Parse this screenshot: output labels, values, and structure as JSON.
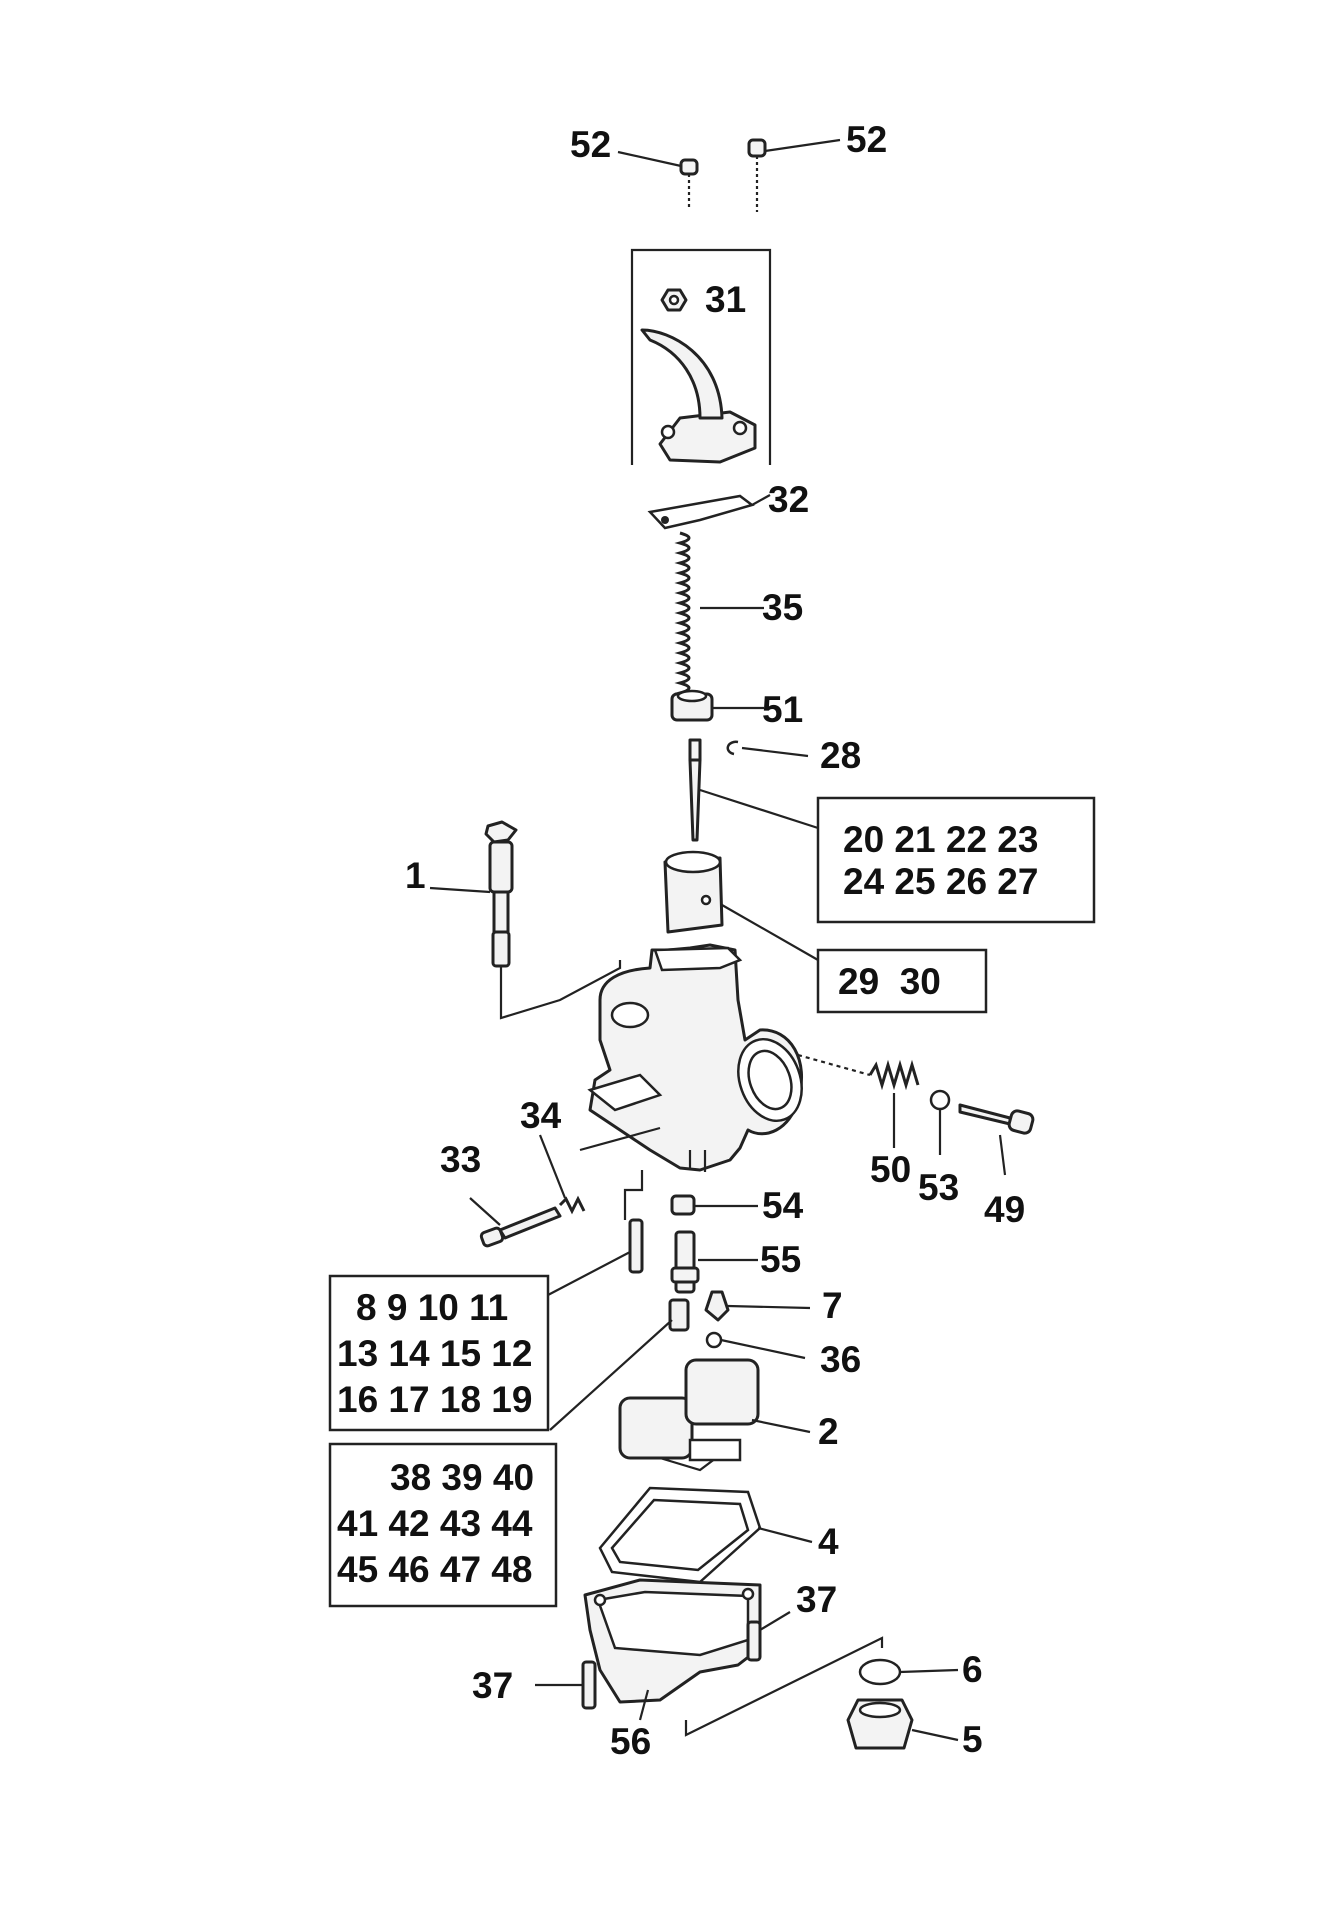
{
  "diagram": {
    "callouts": {
      "screw_left": "52",
      "screw_right": "52",
      "cap_nut": "31",
      "gasket_top": "32",
      "spring": "35",
      "spring_seat": "51",
      "clip": "28",
      "idle_screw": "1",
      "pilot_screw": "33",
      "pilot_spring": "34",
      "air_spring": "50",
      "air_washer": "53",
      "air_screw": "49",
      "needle_seat": "54",
      "needle_jet": "55",
      "float_valve": "7",
      "ball": "36",
      "float": "2",
      "float_gasket": "4",
      "bowl_screw_right": "37",
      "bowl_screw_left": "37",
      "bowl_oring": "6",
      "drain_plug": "5",
      "float_bowl": "56"
    },
    "groups": {
      "jet_needles": [
        "20 21 22 23",
        "24 25 26 27"
      ],
      "throttle_valves": [
        "29  30"
      ],
      "pilot_jets": [
        "8 9 10 11",
        "13 14 15 12",
        "16 17 18 19"
      ],
      "main_jets": [
        "38 39 40",
        "41 42 43 44",
        "45 46 47 48"
      ]
    }
  }
}
